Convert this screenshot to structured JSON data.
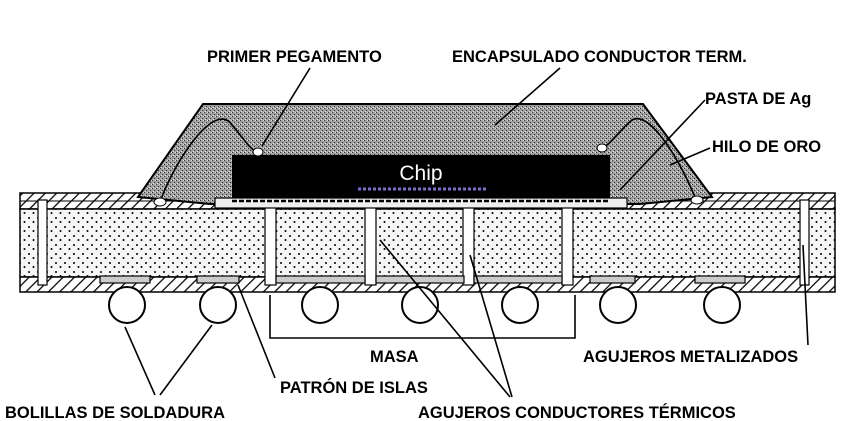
{
  "title": "Encapsulado BGA con chip y agujeros conductores térmicos",
  "chip_label": "Chip",
  "labels": {
    "primer_pegamento": "PRIMER PEGAMENTO",
    "encapsulado": "ENCAPSULADO CONDUCTOR TERM.",
    "pasta_ag": "PASTA DE Ag",
    "hilo_oro": "HILO DE ORO",
    "masa": "MASA",
    "agujeros_metalizados": "AGUJEROS METALIZADOS",
    "patron_islas": "PATRÓN DE ISLAS",
    "bolillas": "BOLILLAS DE SOLDADURA",
    "agujeros_termicos": "AGUJEROS CONDUCTORES TÉRMICOS"
  },
  "colors": {
    "encapsulant": "#8a8a8a",
    "chip": "#000000",
    "core": "#f4f4f4"
  }
}
